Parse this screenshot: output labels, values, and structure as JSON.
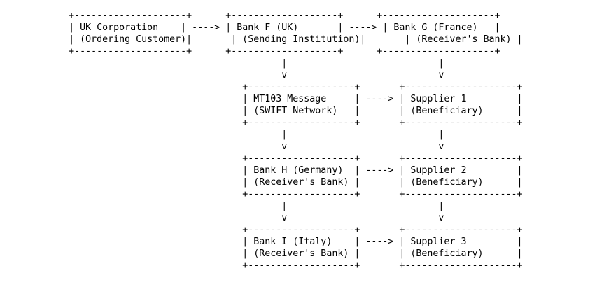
{
  "page": {
    "background_color": "#ffffff",
    "text_color": "#000000"
  },
  "diagram": {
    "type": "ascii-flow-diagram",
    "arrow_glyph": "---->",
    "vertical_connector_glyphs": [
      "|",
      "v"
    ],
    "nodes": [
      {
        "label": "UK Corporation",
        "sublabel": "(Ordering Customer)"
      },
      {
        "label": "Bank F (UK)",
        "sublabel": "(Sending Institution)"
      },
      {
        "label": "Bank G (France)",
        "sublabel": "(Receiver's Bank)"
      },
      {
        "label": "MT103 Message",
        "sublabel": "(SWIFT Network)"
      },
      {
        "label": "Supplier 1",
        "sublabel": "(Beneficiary)"
      },
      {
        "label": "Bank H (Germany)",
        "sublabel": "(Receiver's Bank)"
      },
      {
        "label": "Supplier 2",
        "sublabel": "(Beneficiary)"
      },
      {
        "label": "Bank I (Italy)",
        "sublabel": "(Receiver's Bank)"
      },
      {
        "label": "Supplier 3",
        "sublabel": "(Beneficiary)"
      }
    ],
    "edges": [
      {
        "from": "UK Corporation",
        "to": "Bank F (UK)",
        "glyph": "---->"
      },
      {
        "from": "Bank F (UK)",
        "to": "Bank G (France)",
        "glyph": "---->"
      },
      {
        "from": "Bank F (UK)",
        "to": "MT103 Message",
        "glyph": "| v"
      },
      {
        "from": "Bank G (France)",
        "to": "Supplier 1",
        "glyph": "| v"
      },
      {
        "from": "MT103 Message",
        "to": "Supplier 1",
        "glyph": "---->"
      },
      {
        "from": "MT103 Message",
        "to": "Bank H (Germany)",
        "glyph": "| v"
      },
      {
        "from": "Supplier 1",
        "to": "Supplier 2",
        "glyph": "| v"
      },
      {
        "from": "Bank H (Germany)",
        "to": "Supplier 2",
        "glyph": "---->"
      },
      {
        "from": "Bank H (Germany)",
        "to": "Bank I (Italy)",
        "glyph": "| v"
      },
      {
        "from": "Supplier 2",
        "to": "Supplier 3",
        "glyph": "| v"
      },
      {
        "from": "Bank I (Italy)",
        "to": "Supplier 3",
        "glyph": "---->"
      }
    ],
    "lines": [
      "            +--------------------+      +-------------------+      +--------------------+",
      "            | UK Corporation    | ----> | Bank F (UK)       | ----> | Bank G (France)   |",
      "            | (Ordering Customer)|       | (Sending Institution)|       | (Receiver's Bank) |",
      "            +--------------------+      +-------------------+      +--------------------+",
      "                                                  |                           |",
      "                                                  v                           v",
      "                                           +-------------------+       +--------------------+",
      "                                           | MT103 Message     | ----> | Supplier 1         |",
      "                                           | (SWIFT Network)   |       | (Beneficiary)      |",
      "                                           +-------------------+       +--------------------+",
      "                                                  |                           |",
      "                                                  v                           v",
      "                                           +-------------------+       +--------------------+",
      "                                           | Bank H (Germany)  | ----> | Supplier 2         |",
      "                                           | (Receiver's Bank) |       | (Beneficiary)      |",
      "                                           +-------------------+       +--------------------+",
      "                                                  |                           |",
      "                                                  v                           v",
      "                                           +-------------------+       +--------------------+",
      "                                           | Bank I (Italy)    | ----> | Supplier 3         |",
      "                                           | (Receiver's Bank) |       | (Beneficiary)      |",
      "                                           +-------------------+       +--------------------+"
    ]
  }
}
